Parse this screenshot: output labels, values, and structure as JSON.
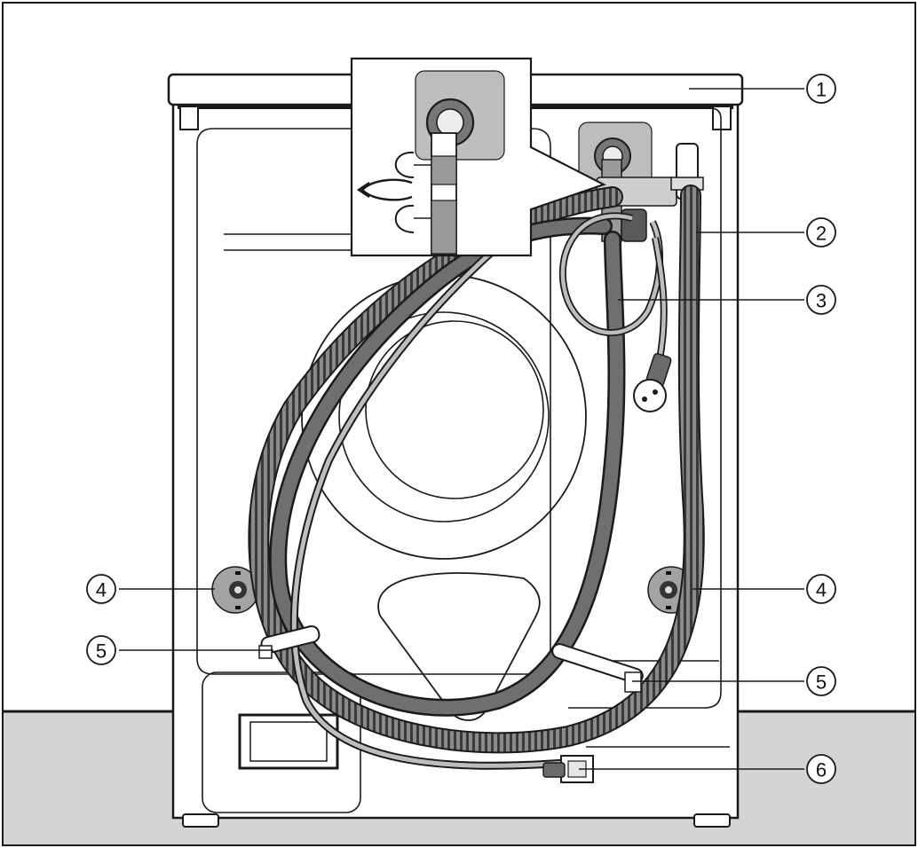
{
  "colors": {
    "floor": "#d4d4d4",
    "panel": "#ffffff",
    "line": "#1a1a1a",
    "hose_dark": "#6f6f6f",
    "hose_light": "#bdbdbd",
    "feet": "#a3a3a3"
  },
  "callouts": [
    {
      "id": "1",
      "label": "1"
    },
    {
      "id": "2",
      "label": "2"
    },
    {
      "id": "3",
      "label": "3"
    },
    {
      "id": "4a",
      "label": "4"
    },
    {
      "id": "4b",
      "label": "4"
    },
    {
      "id": "5a",
      "label": "5"
    },
    {
      "id": "5b",
      "label": "5"
    },
    {
      "id": "6",
      "label": "6"
    }
  ]
}
